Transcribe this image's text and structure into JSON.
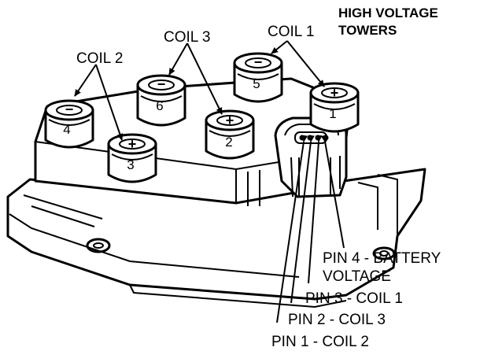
{
  "labels": {
    "hv_towers_line1": "HIGH VOLTAGE",
    "hv_towers_line2": "TOWERS",
    "coil1": "COIL 1",
    "coil2": "COIL 2",
    "coil3": "COIL 3",
    "pin4_line1": "PIN 4 - BATTERY",
    "pin4_line2": "VOLTAGE",
    "pin3": "PIN 3 - COIL 1",
    "pin2": "PIN 2 - COIL 3",
    "pin1": "PIN 1 - COIL 2"
  },
  "towers": [
    {
      "number": "4",
      "polarity": "−"
    },
    {
      "number": "3",
      "polarity": "+"
    },
    {
      "number": "6",
      "polarity": "−"
    },
    {
      "number": "2",
      "polarity": "+"
    },
    {
      "number": "5",
      "polarity": "−"
    },
    {
      "number": "1",
      "polarity": "+"
    }
  ],
  "colors": {
    "ink": "#000000",
    "paper": "#ffffff"
  }
}
